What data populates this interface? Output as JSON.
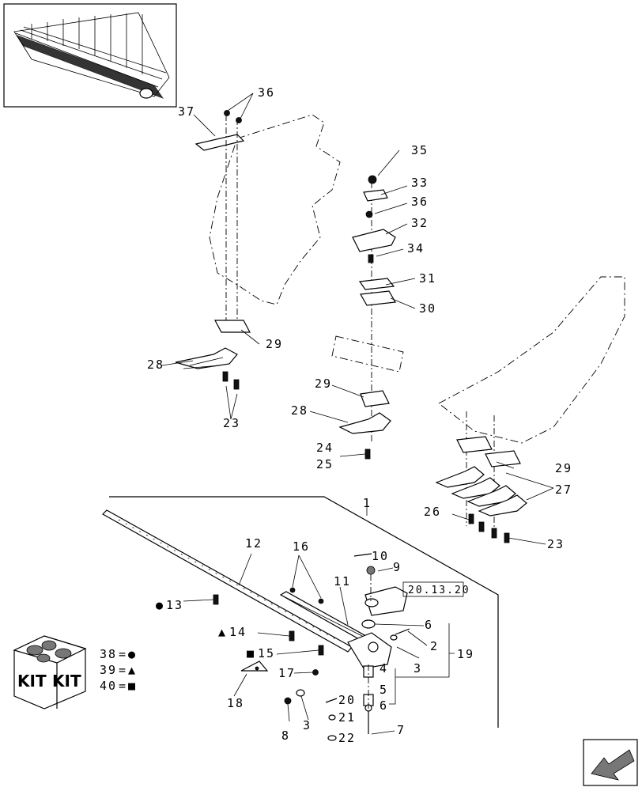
{
  "diagram": {
    "reference_box": "20.13.20",
    "kit": {
      "label_left": "KIT",
      "label_right": "KIT"
    },
    "legend": [
      {
        "number": "38",
        "symbol": "●"
      },
      {
        "number": "39",
        "symbol": "▲"
      },
      {
        "number": "40",
        "symbol": "■"
      }
    ],
    "callouts": {
      "c1": "1",
      "c2": "2",
      "c3a": "3",
      "c3b": "3",
      "c4": "4",
      "c5": "5",
      "c6a": "6",
      "c6b": "6",
      "c7": "7",
      "c8": "8",
      "c9": "9",
      "c10": "10",
      "c11": "11",
      "c12": "12",
      "c13": "13",
      "c14": "14",
      "c15": "15",
      "c16": "16",
      "c17": "17",
      "c18": "18",
      "c19": "19",
      "c20": "20",
      "c21": "21",
      "c22": "22",
      "c23a": "23",
      "c23b": "23",
      "c24": "24",
      "c25": "25",
      "c26": "26",
      "c27": "27",
      "c28a": "28",
      "c28b": "28",
      "c29a": "29",
      "c29b": "29",
      "c29c": "29",
      "c30": "30",
      "c31": "31",
      "c32": "32",
      "c33": "33",
      "c34": "34",
      "c35": "35",
      "c36a": "36",
      "c36b": "36",
      "c37": "37"
    },
    "symbols": {
      "circle": "●",
      "triangle": "▲",
      "square": "■"
    }
  }
}
